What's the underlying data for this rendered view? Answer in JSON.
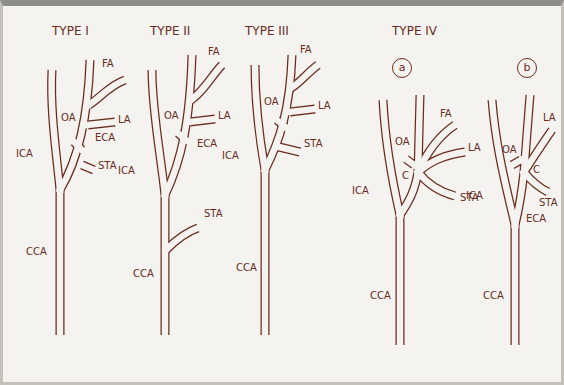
{
  "diagram": {
    "nodes": [
      {
        "text": [
          "a"
        ]
      },
      {
        "text": [
          "b"
        ]
      }
    ],
    "labels": [
      "TYPE I",
      "TYPE II",
      "TYPE III",
      "TYPE IV",
      "FA",
      "LA",
      "OA",
      "ECA",
      "ICA",
      "STA",
      "CCA",
      "FA",
      "LA",
      "OA",
      "ECA",
      "ICA",
      "STA",
      "CCA",
      "FA",
      "LA",
      "OA",
      "ICA",
      "STA",
      "CCA",
      "FA",
      "LA",
      "OA",
      "C",
      "STA",
      "ICA",
      "CCA",
      "LA",
      "OA",
      "C",
      "STA",
      "ICA",
      "ECA",
      "CCA"
    ]
  }
}
